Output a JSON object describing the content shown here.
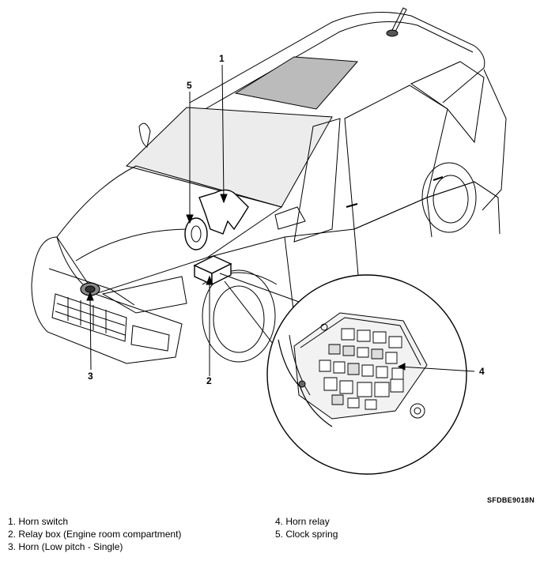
{
  "callouts": [
    "1",
    "2",
    "3",
    "4",
    "5"
  ],
  "figure_code": "SFDBE9018N",
  "legend": {
    "left": [
      "1. Horn switch",
      "2. Relay box (Engine room compartment)",
      "3. Horn (Low pitch - Single)"
    ],
    "right": [
      "4. Horn relay",
      "5. Clock spring"
    ]
  }
}
